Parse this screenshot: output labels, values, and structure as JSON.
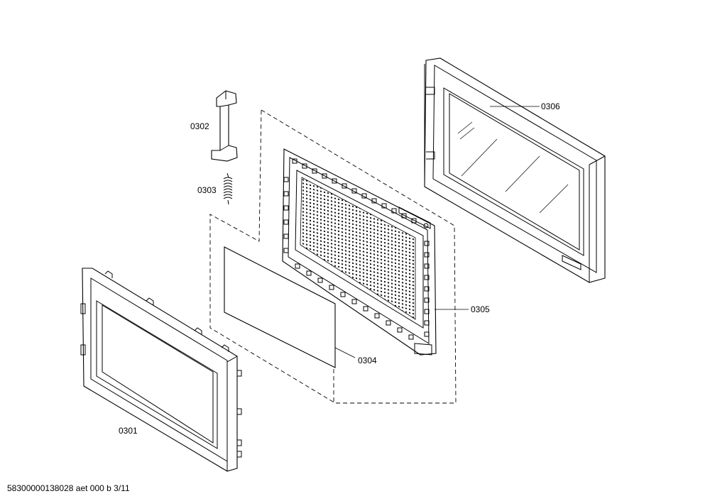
{
  "labels": {
    "p0301": "0301",
    "p0302": "0302",
    "p0303": "0303",
    "p0304": "0304",
    "p0305": "0305",
    "p0306": "0306"
  },
  "footer": {
    "text": "58300000138028 aet 000 b 3/11"
  }
}
